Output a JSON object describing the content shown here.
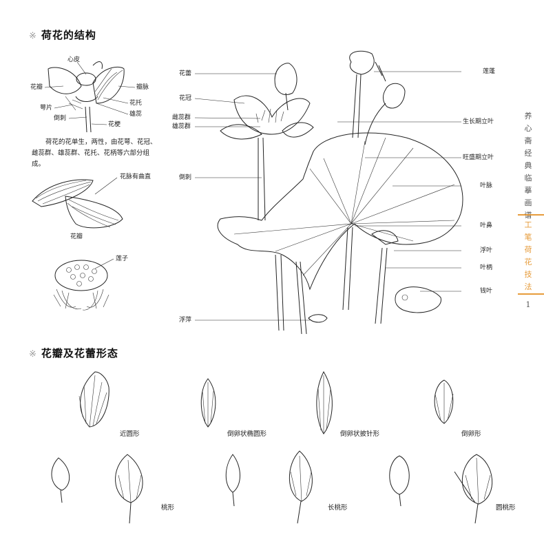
{
  "section1": {
    "mark": "※",
    "title": "荷花的结构"
  },
  "section2": {
    "mark": "※",
    "title": "花瓣及花蕾形态"
  },
  "small_labels": {
    "xinpi": "心皮",
    "huaban": "花瓣",
    "banmai": "瓣脉",
    "huatuo": "花托",
    "epian": "萼片",
    "xiongrui": "雄蕊",
    "daoci": "倒刺",
    "huageng": "花梗"
  },
  "description": "荷花的花单生，两性，由花萼、花冠、雌蕊群、雄蕊群、花托、花柄等六部分组成。",
  "petal_note": "花脉有曲直",
  "petal_caption": "花瓣",
  "lianzi": "莲子",
  "main_left_labels": [
    "花蕾",
    "花冠",
    "雌蕊群",
    "雄蕊群",
    "倒刺",
    "浮萍"
  ],
  "main_right_labels": [
    "莲蓬",
    "生长期立叶",
    "旺盛期立叶",
    "叶脉",
    "叶鼻",
    "浮叶",
    "叶柄",
    "钱叶"
  ],
  "side_text": {
    "top": [
      "养",
      "心",
      "斋",
      "经",
      "典",
      "临",
      "摹",
      "画",
      "谱"
    ],
    "accent": [
      "工",
      "笔",
      "荷",
      "花",
      "技",
      "法"
    ],
    "page": "1"
  },
  "petal_shapes": [
    "近圆形",
    "倒卵状椭圆形",
    "倒卵状披针形",
    "倒卵形"
  ],
  "bud_shapes": [
    "桃形",
    "长桃形",
    "圆桃形"
  ]
}
